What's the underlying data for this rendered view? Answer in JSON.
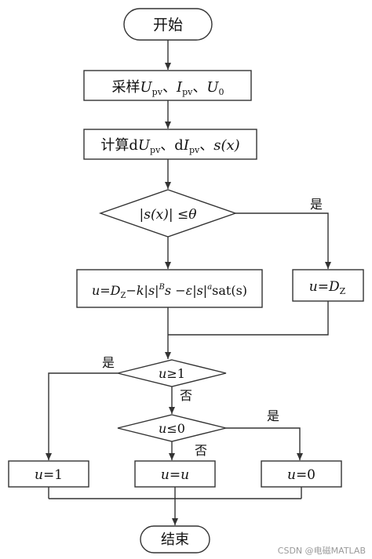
{
  "nodes": {
    "start": "开始",
    "sample": {
      "prefix": "采样",
      "var1": "U",
      "sub1": "pv",
      "sep1": "、",
      "var2": "I",
      "sub2": "pv",
      "sep2": "、",
      "var3": "U",
      "sub3": "0"
    },
    "compute": {
      "prefix": "计算",
      "d1": "d",
      "var1": "U",
      "sub1": "pv",
      "sep1": "、",
      "d2": "d",
      "var2": "I",
      "sub2": "pv",
      "sep2": "、",
      "sx": "s(x)"
    },
    "check_s": {
      "expr": "|s(x)| ≤θ"
    },
    "control": {
      "u": "u",
      "eq": "=",
      "D": "D",
      "Dsub": "Z",
      "term1": "−k|s|",
      "sup1": "B",
      "term1b": "s",
      "term2": " −ε|s|",
      "sup2": "a",
      "term2b": "sat(s)"
    },
    "uDz": {
      "u": "u",
      "eq": "=",
      "D": "D",
      "Dsub": "Z"
    },
    "check_u1": {
      "u": "u",
      "op": "≥1"
    },
    "check_u0": {
      "u": "u",
      "op": "≤0"
    },
    "u_one": {
      "u": "u",
      "rest": "=1"
    },
    "u_u": {
      "u": "u",
      "eq": "=",
      "u2": "u"
    },
    "u_zero": {
      "u": "u",
      "rest": "=0"
    },
    "end": "结束"
  },
  "labels": {
    "yes_s": "是",
    "yes_u1": "是",
    "no_u1": "否",
    "yes_u0": "是",
    "no_u0": "否"
  },
  "watermark": "CSDN @电磁MATLAB"
}
